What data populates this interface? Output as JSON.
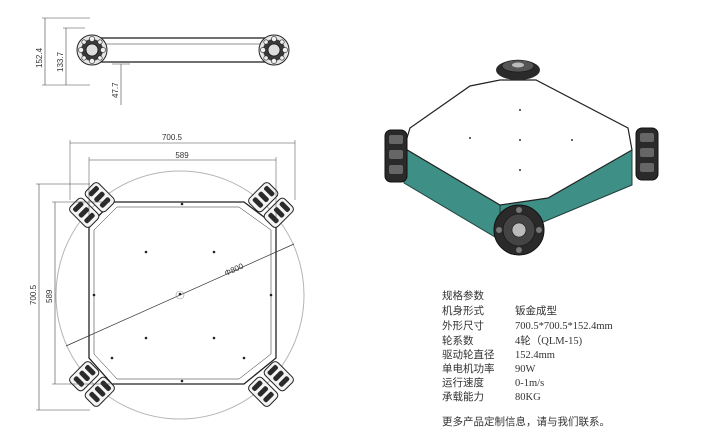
{
  "dimensions": {
    "overall_height": "152.4",
    "body_height": "133.7",
    "ground_clearance": "47.7",
    "width_total": "700.5",
    "width_inner": "589",
    "depth_total": "700.5",
    "depth_inner": "589",
    "diameter": "Φ800"
  },
  "specs": {
    "title": "规格参数",
    "rows": [
      {
        "label": "机身形式",
        "value": "钣金成型"
      },
      {
        "label": "外形尺寸",
        "value": "700.5*700.5*152.4mm"
      },
      {
        "label": "轮系数",
        "value": "4轮（QLM-15)"
      },
      {
        "label": "驱动轮直径",
        "value": "152.4mm"
      },
      {
        "label": "单电机功率",
        "value": "90W"
      },
      {
        "label": "运行速度",
        "value": "0-1m/s"
      },
      {
        "label": "承载能力",
        "value": "80KG"
      }
    ],
    "footer": "更多产品定制信息，请与我们联系。"
  },
  "colors": {
    "line": "#222222",
    "dim_line": "#444444",
    "circle": "#b5b5b5",
    "side_panel": "#3e8f86",
    "side_panel_dark": "#2e6d66",
    "wheel": "#2a2a2a"
  }
}
